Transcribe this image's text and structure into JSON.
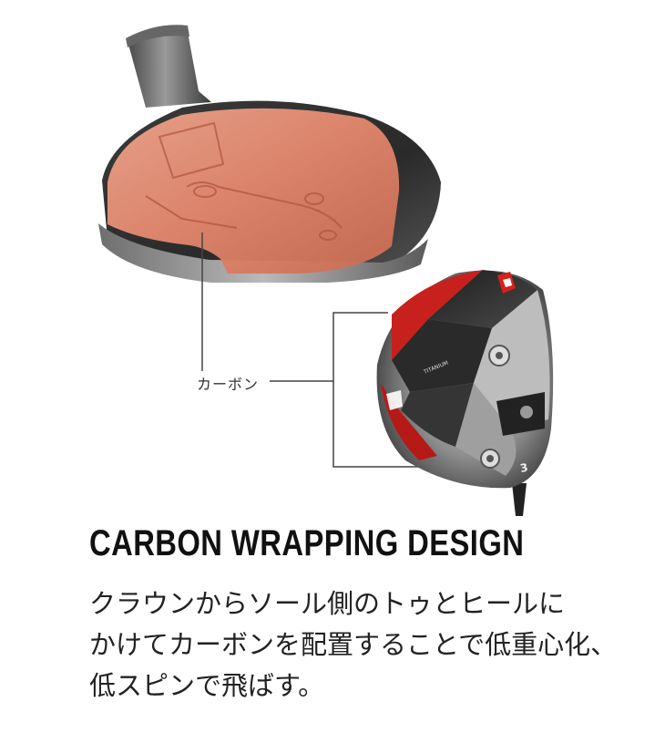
{
  "callout": {
    "label": "カーボン"
  },
  "headline": "CARBON WRAPPING DESIGN",
  "description": {
    "lines": [
      "クラウンからソール側のトゥとヒールに",
      "かけてカーボンを配置することで低重心化、",
      "低スピンで飛ばす。"
    ]
  },
  "club": {
    "sole_badge": "3",
    "crown_text": "TITANIUM"
  },
  "colors": {
    "carbon_highlight": "#e3876d",
    "club_red": "#c8201c",
    "headline": "#111111"
  }
}
